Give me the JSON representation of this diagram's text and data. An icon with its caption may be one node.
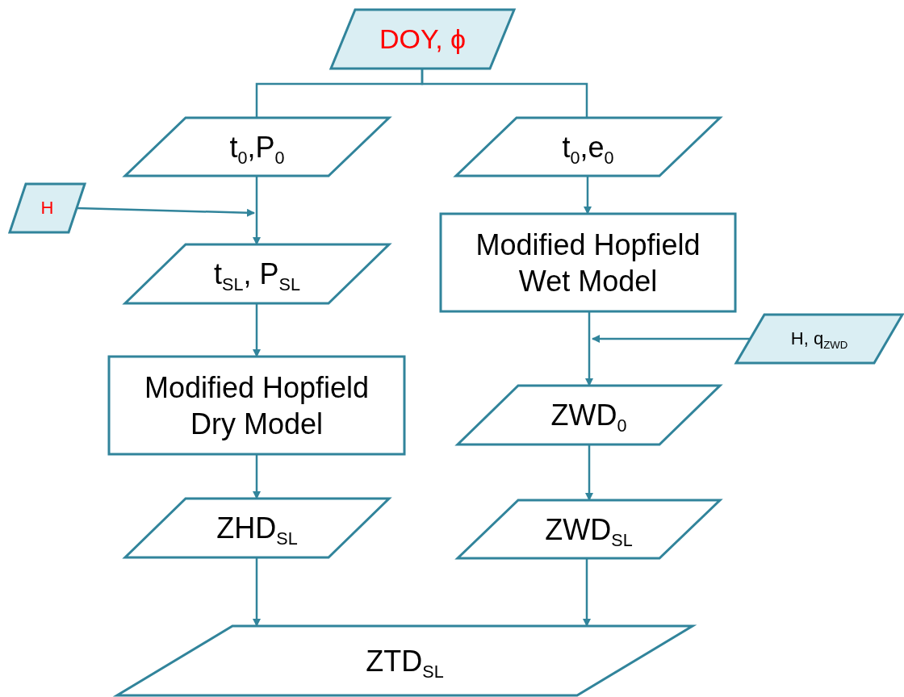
{
  "diagram": {
    "nodes": [
      {
        "text": [
          "DOY, ϕ"
        ]
      },
      {
        "text": [
          "t$_{0}$,P$_{0}$"
        ]
      },
      {
        "text": [
          "t$_{0}$,e$_{0}$"
        ]
      },
      {
        "text": [
          "H"
        ]
      },
      {
        "text": [
          "t$_{SL}$, P$_{SL}$"
        ]
      },
      {
        "text": [
          "Modified Hopfield Wet Model"
        ]
      },
      {
        "text": [
          "H, q$_{ZWD}$"
        ]
      },
      {
        "text": [
          "Modified Hopfield Dry Model"
        ]
      },
      {
        "text": [
          "ZWD$_{0}$"
        ]
      },
      {
        "text": [
          "ZHD$_{SL}$"
        ]
      },
      {
        "text": [
          "ZWD$_{SL}$"
        ]
      },
      {
        "text": [
          "ZTD$_{SL}$"
        ]
      }
    ],
    "edges": [
      {
        "from": 0,
        "to": 1,
        "arrow": "none"
      },
      {
        "from": 0,
        "to": 2,
        "arrow": "none"
      },
      {
        "from": 1,
        "to": 4,
        "arrow": "to"
      },
      {
        "from": 3,
        "to": null,
        "arrow": "to"
      },
      {
        "from": 4,
        "to": 7,
        "arrow": "to"
      },
      {
        "from": 7,
        "to": 9,
        "arrow": "to"
      },
      {
        "from": 9,
        "to": 11,
        "arrow": "to"
      },
      {
        "from": 2,
        "to": 5,
        "arrow": "to"
      },
      {
        "from": 5,
        "to": 8,
        "arrow": "to"
      },
      {
        "from": 6,
        "to": null,
        "arrow": "to"
      },
      {
        "from": 8,
        "to": 10,
        "arrow": "to"
      },
      {
        "from": 10,
        "to": 11,
        "arrow": "to"
      }
    ]
  }
}
